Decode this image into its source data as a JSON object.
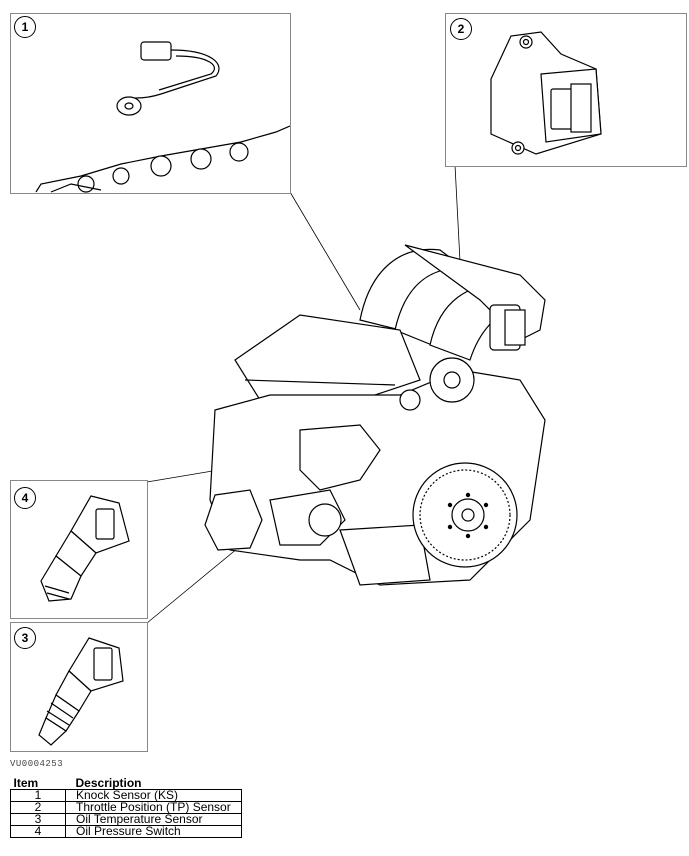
{
  "figure_id": "VU0004253",
  "callouts": [
    "1",
    "2",
    "3",
    "4"
  ],
  "legend": {
    "header_item": "Item",
    "header_description": "Description",
    "rows": [
      {
        "item": "1",
        "description": "Knock Sensor (KS)"
      },
      {
        "item": "2",
        "description": "Throttle Position (TP) Sensor"
      },
      {
        "item": "3",
        "description": "Oil Temperature Sensor"
      },
      {
        "item": "4",
        "description": "Oil Pressure Switch"
      }
    ]
  }
}
